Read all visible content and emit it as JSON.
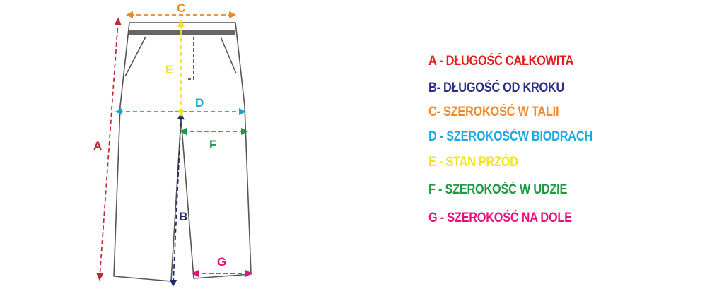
{
  "colors": {
    "A": "#c1272d",
    "B": "#1f2a6b",
    "C": "#e8882a",
    "D": "#1ba1dd",
    "E": "#f2e21a",
    "F": "#1e9a45",
    "G": "#e4137a",
    "garment_outline": "#555555",
    "waistband": "#666666"
  },
  "diagram_labels": {
    "A": "A",
    "B": "B",
    "C": "C",
    "D": "D",
    "E": "E",
    "F": "F",
    "G": "G"
  },
  "legend": [
    {
      "key": "A",
      "text": "A - DŁUGOŚĆ CAŁKOWITA",
      "color": "#e41b1b"
    },
    {
      "key": "B",
      "text": "B- DŁUGOŚĆ OD KROKU",
      "color": "#2a2e85"
    },
    {
      "key": "C",
      "text": "C- SZEROKOŚĆ W TALII",
      "color": "#ee8a2e"
    },
    {
      "key": "D",
      "text": "D - SZEROKOŚĆW BIODRACH",
      "color": "#1fa9e1"
    },
    {
      "key": "E",
      "text": "E - STAN PRZÓD",
      "color": "#f2e41c"
    },
    {
      "key": "F",
      "text": "F - SZEROKOŚĆ W UDZIE",
      "color": "#1e9a45"
    },
    {
      "key": "G",
      "text": "G - SZEROKOŚĆ NA DOLE",
      "color": "#e4137a"
    }
  ]
}
